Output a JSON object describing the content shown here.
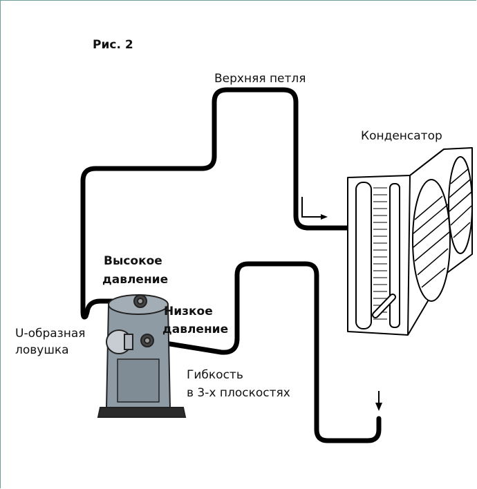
{
  "figure": {
    "title": "Рис. 2"
  },
  "labels": {
    "upper_loop": "Верхняя петля",
    "condenser": "Конденсатор",
    "high_pressure": [
      "Высокое",
      "давление"
    ],
    "low_pressure": [
      "Низкое",
      "давление"
    ],
    "u_trap": [
      "U-образная",
      "ловушка"
    ],
    "flexibility": [
      "Гибкость",
      "в 3-х плоскостях"
    ]
  },
  "colors": {
    "pipe": "#000000",
    "compressor_body": "#8e9aa4",
    "compressor_dark": "#6e7a84",
    "frame_line": "#6f9d99"
  }
}
